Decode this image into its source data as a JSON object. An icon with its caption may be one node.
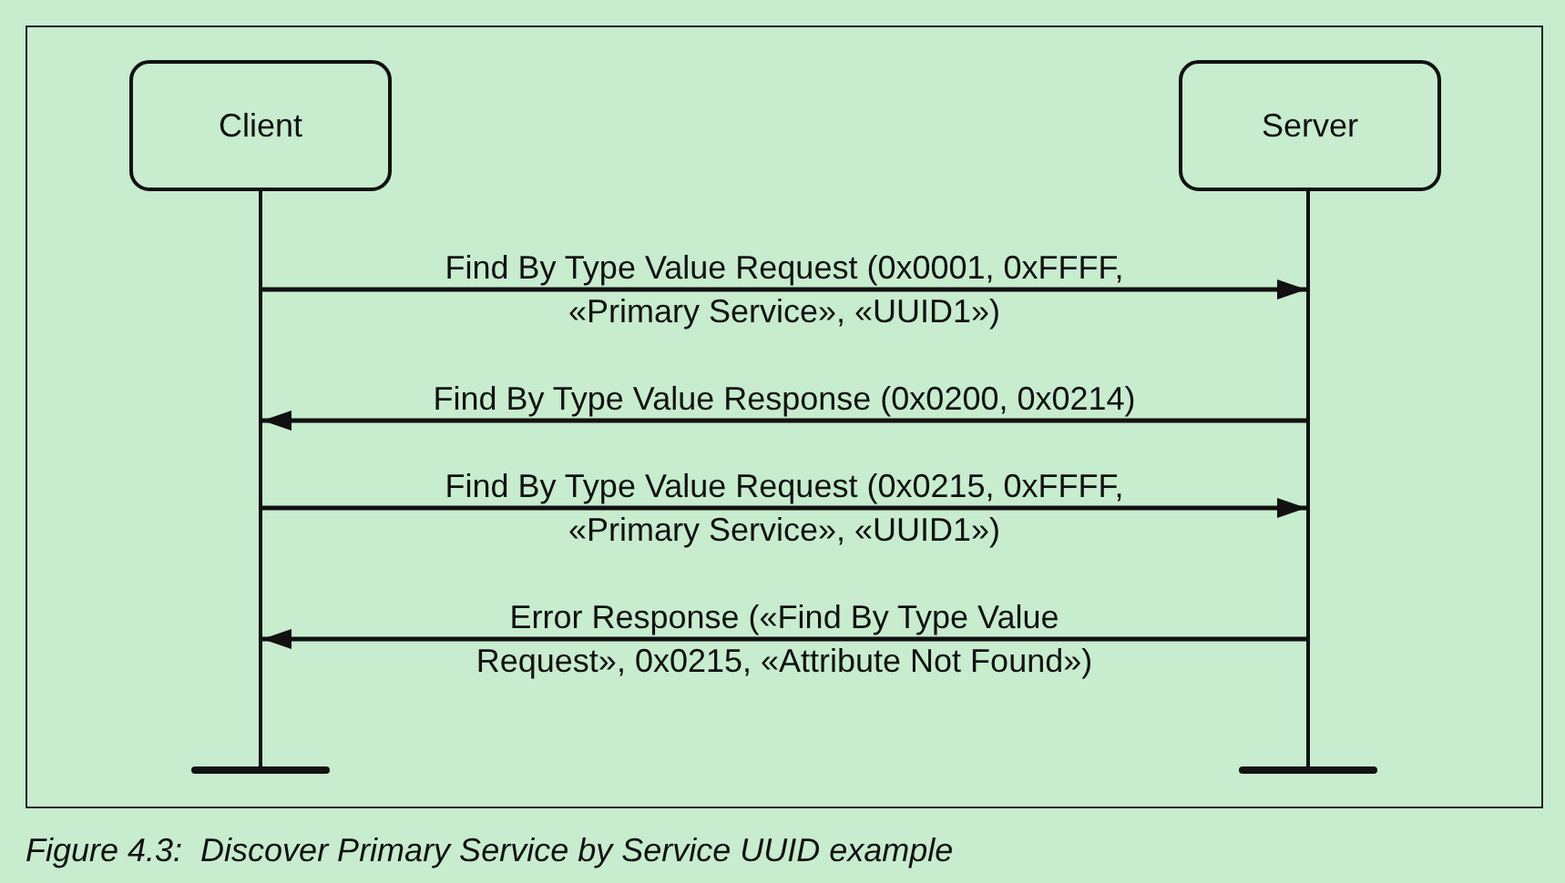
{
  "diagram": {
    "caption": "Figure 4.3:  Discover Primary Service by Service UUID example",
    "nodes": [
      {
        "text": [
          "Client"
        ]
      },
      {
        "text": [
          "Server"
        ]
      },
      {
        "text": [],
        "shape": "bar"
      },
      {
        "text": [],
        "shape": "bar"
      }
    ],
    "edges": [
      {
        "from": 2,
        "to": 3,
        "arrow": "to",
        "label": "Find By Type Value Request (0x0001, 0xFFFF, «Primary Service», «UUID1»)"
      },
      {
        "from": 3,
        "to": 2,
        "arrow": "to",
        "label": "Find By Type Value Response (0x0200, 0x0214)"
      },
      {
        "from": 2,
        "to": 3,
        "arrow": "to",
        "label": "Find By Type Value Request (0x0215, 0xFFFF, «Primary Service», «UUID1»)"
      },
      {
        "from": 3,
        "to": 2,
        "arrow": "to",
        "label": "Error Response («Find By Type Value Request», 0x0215, «Attribute Not Found»)"
      }
    ]
  }
}
